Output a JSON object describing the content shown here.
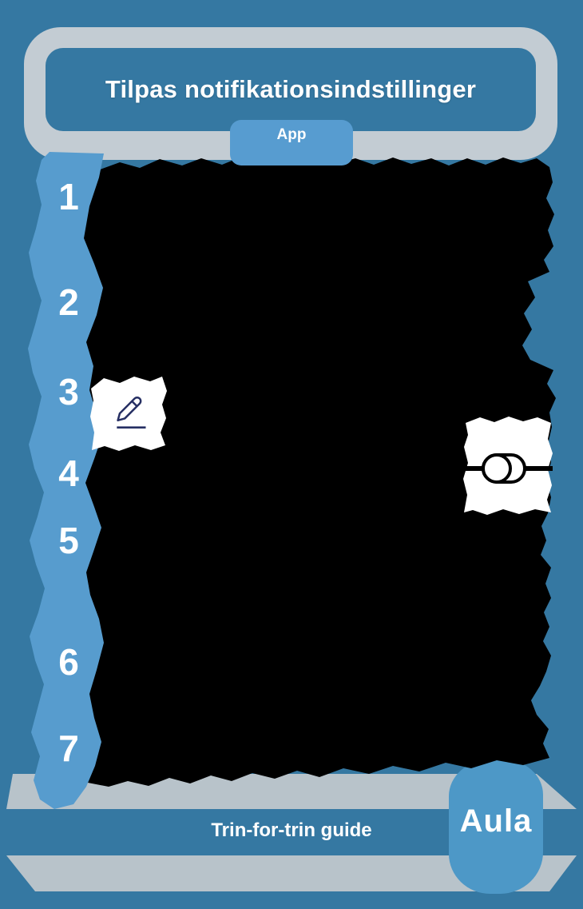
{
  "header": {
    "title": "Tilpas notifikationsindstillinger",
    "platform_badge": "App"
  },
  "steps": [
    {
      "number": "1"
    },
    {
      "number": "2"
    },
    {
      "number": "3"
    },
    {
      "number": "4"
    },
    {
      "number": "5"
    },
    {
      "number": "6"
    },
    {
      "number": "7"
    }
  ],
  "content": {
    "state": "redacted",
    "icons": [
      {
        "name": "edit-pencil-icon"
      },
      {
        "name": "toggle-switch-icon"
      }
    ]
  },
  "footer": {
    "guide_type_label": "Trin-for-trin guide",
    "brand_logo_text": "Aula"
  },
  "colors": {
    "background_blue": "#3578A2",
    "light_blue": "#579CCE",
    "badge_blue": "#579CD0",
    "aula_blue": "#4D98C7",
    "frame_gray": "#C3CCD3",
    "band_gray": "#B8C3CA",
    "redaction_black": "#000000",
    "pencil_navy": "#262F63"
  }
}
